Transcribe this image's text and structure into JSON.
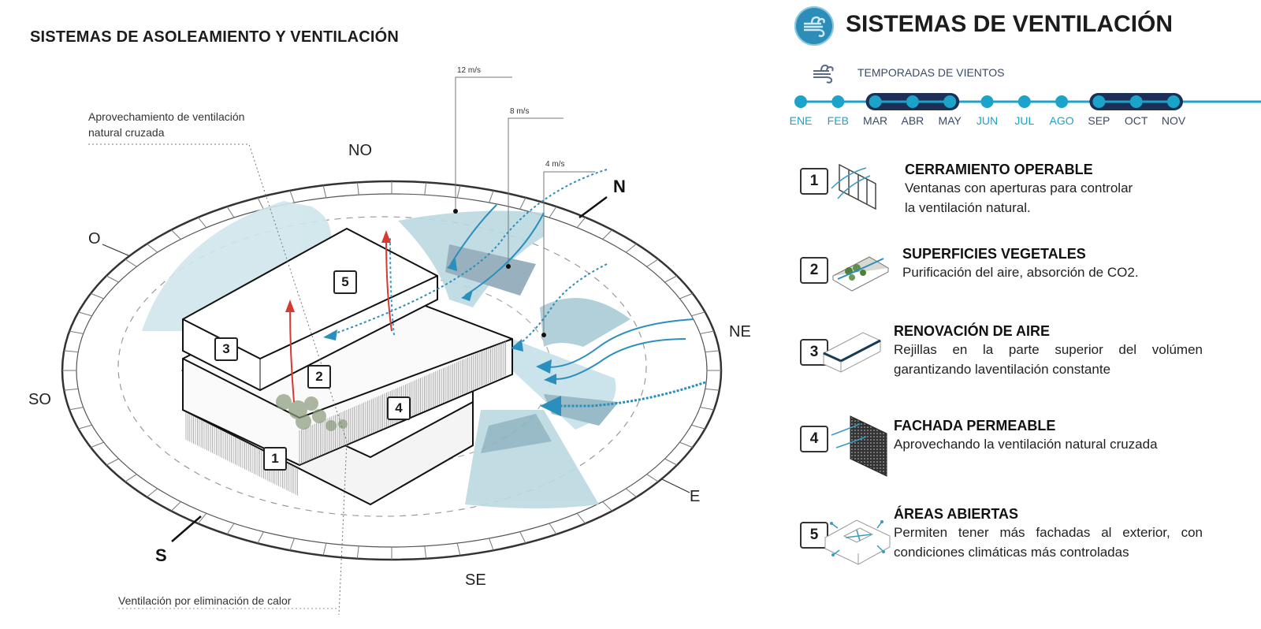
{
  "left_panel": {
    "title": "SISTEMAS DE ASOLEAMIENTO Y VENTILACIÓN",
    "annotations": {
      "cross_ventilation": [
        "Aprovechamiento de ventilación",
        "natural cruzada"
      ],
      "heat_removal": "Ventilación por eliminación de calor"
    },
    "wind_speeds": [
      "12 m/s",
      "8 m/s",
      "4 m/s"
    ],
    "compass": {
      "N": "N",
      "NO": "NO",
      "O": "O",
      "SO": "SO",
      "S": "S",
      "SE": "SE",
      "E": "E",
      "NE": "NE"
    },
    "callouts": [
      "1",
      "2",
      "3",
      "4",
      "5"
    ]
  },
  "right_panel": {
    "title": "SISTEMAS DE VENTILACIÓN",
    "logo_icon": "wind-icon",
    "season_label": "TEMPORADAS DE VIENTOS",
    "months": [
      {
        "label": "ENE",
        "windy": false
      },
      {
        "label": "FEB",
        "windy": false
      },
      {
        "label": "MAR",
        "windy": true
      },
      {
        "label": "ABR",
        "windy": true
      },
      {
        "label": "MAY",
        "windy": true
      },
      {
        "label": "JUN",
        "windy": false
      },
      {
        "label": "JUL",
        "windy": false
      },
      {
        "label": "AGO",
        "windy": false
      },
      {
        "label": "SEP",
        "windy": true
      },
      {
        "label": "OCT",
        "windy": true
      },
      {
        "label": "NOV",
        "windy": true
      }
    ],
    "colors": {
      "accent": "#1ba3c9",
      "season_band": "#1d2f57",
      "windy_text": "#3a4a66",
      "calm_text": "#1ba3c9"
    },
    "items": [
      {
        "number": "1",
        "icon": "operable-window-icon",
        "title": "CERRAMIENTO OPERABLE",
        "description": "Ventanas con aperturas para controlar la ventilación natural."
      },
      {
        "number": "2",
        "icon": "green-roof-icon",
        "title": "SUPERFICIES VEGETALES",
        "description": "Purificación del aire, absorción de CO2."
      },
      {
        "number": "3",
        "icon": "air-vent-block-icon",
        "title": "RENOVACIÓN DE AIRE",
        "description": "Rejillas en la parte superior del volúmen garantizando laventilación constante"
      },
      {
        "number": "4",
        "icon": "permeable-facade-icon",
        "title": "FACHADA PERMEABLE",
        "description": "Aprovechando la ventilación natural cruzada"
      },
      {
        "number": "5",
        "icon": "open-area-icon",
        "title": "ÁREAS ABIERTAS",
        "description": "Permiten tener más fachadas al exterior, con condiciones climáticas más controladas"
      }
    ]
  }
}
